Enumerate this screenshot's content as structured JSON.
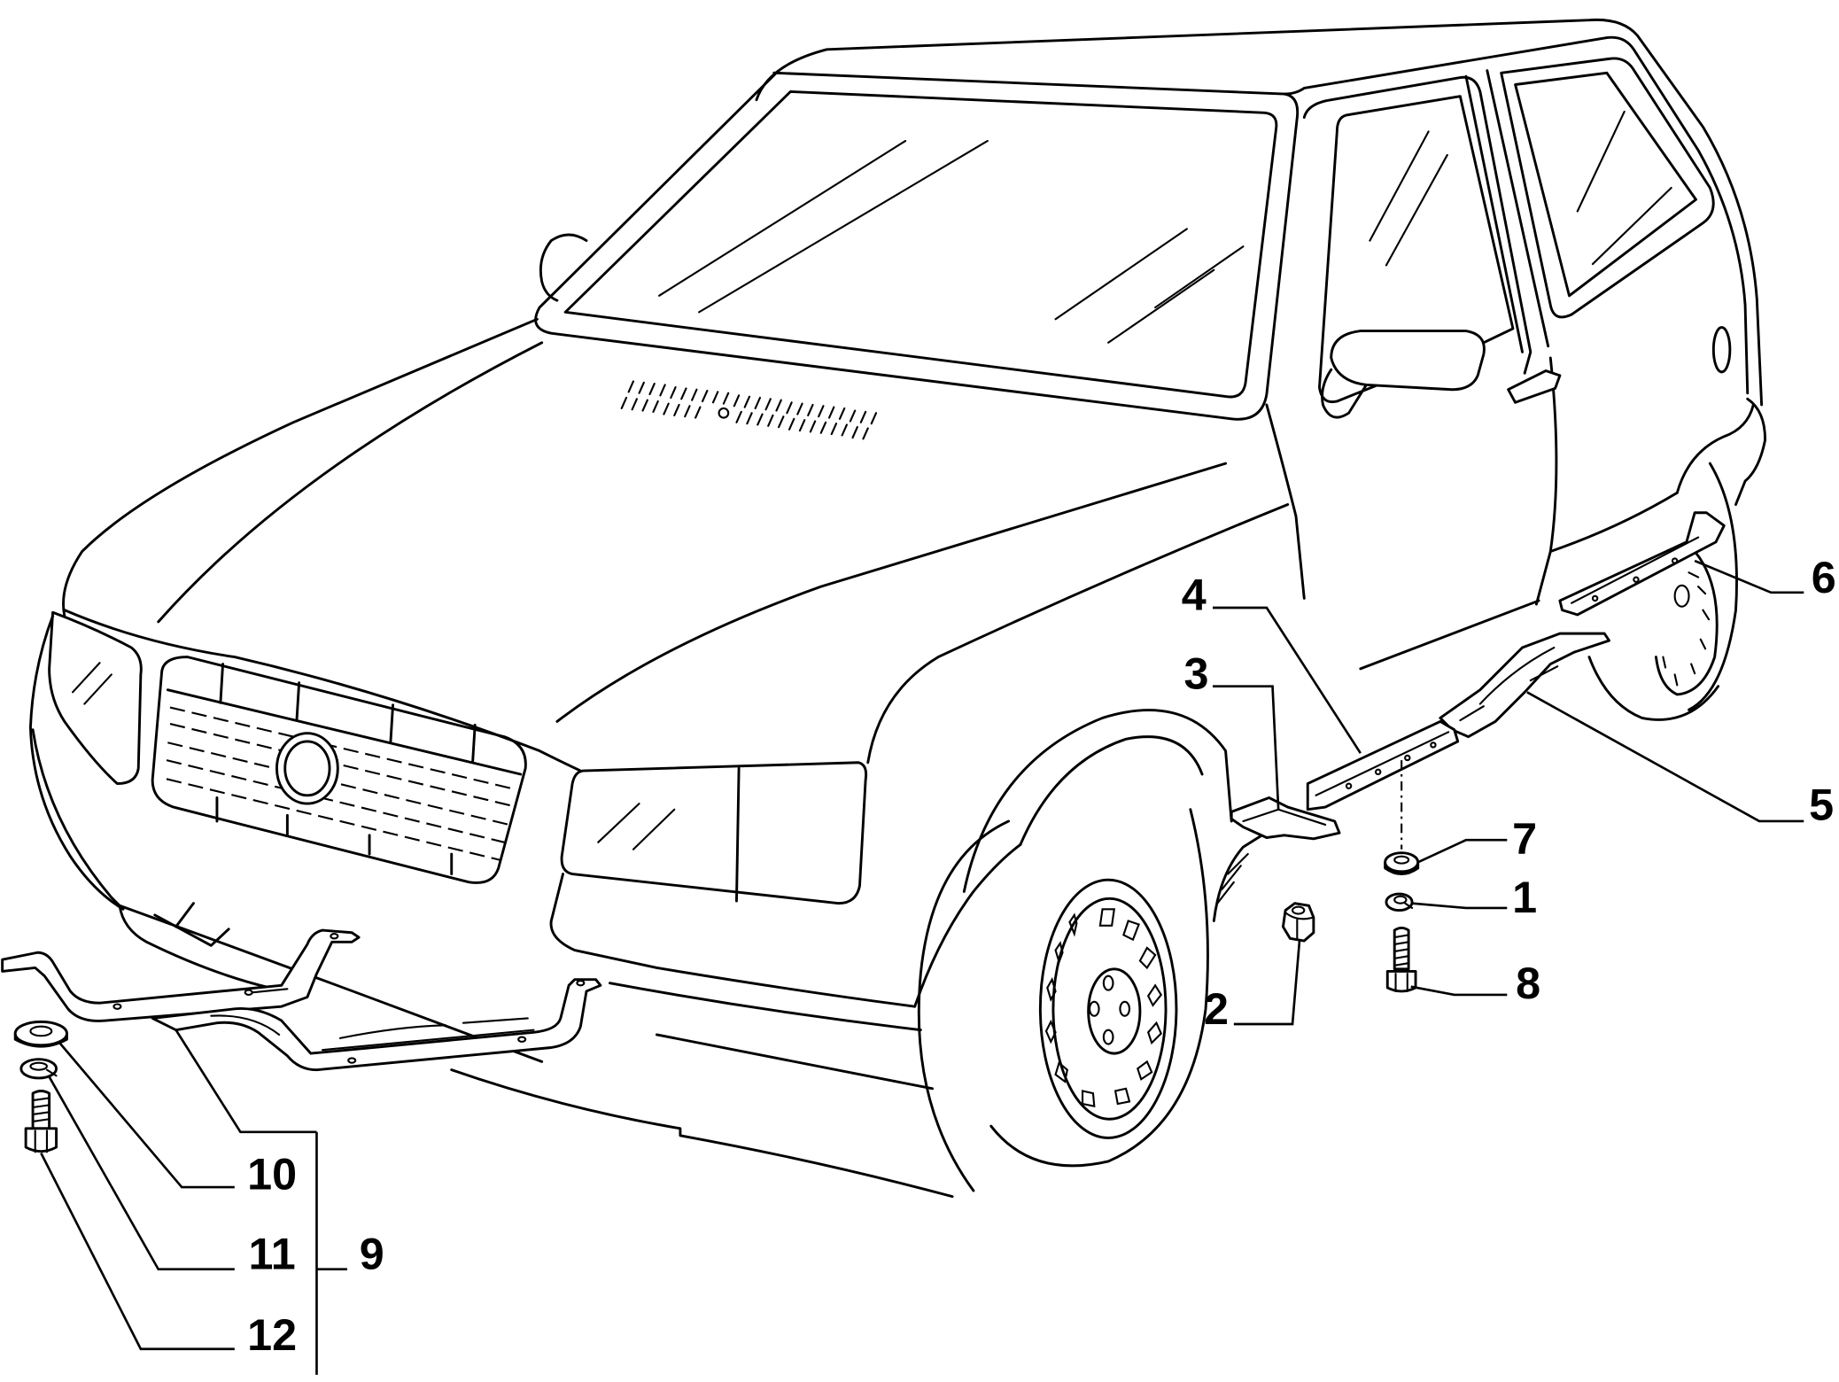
{
  "diagram": {
    "callouts": [
      "1",
      "2",
      "3",
      "4",
      "5",
      "6",
      "7",
      "8",
      "9",
      "10",
      "11",
      "12"
    ]
  },
  "colors": {
    "line": "#000000",
    "background": "#ffffff"
  }
}
